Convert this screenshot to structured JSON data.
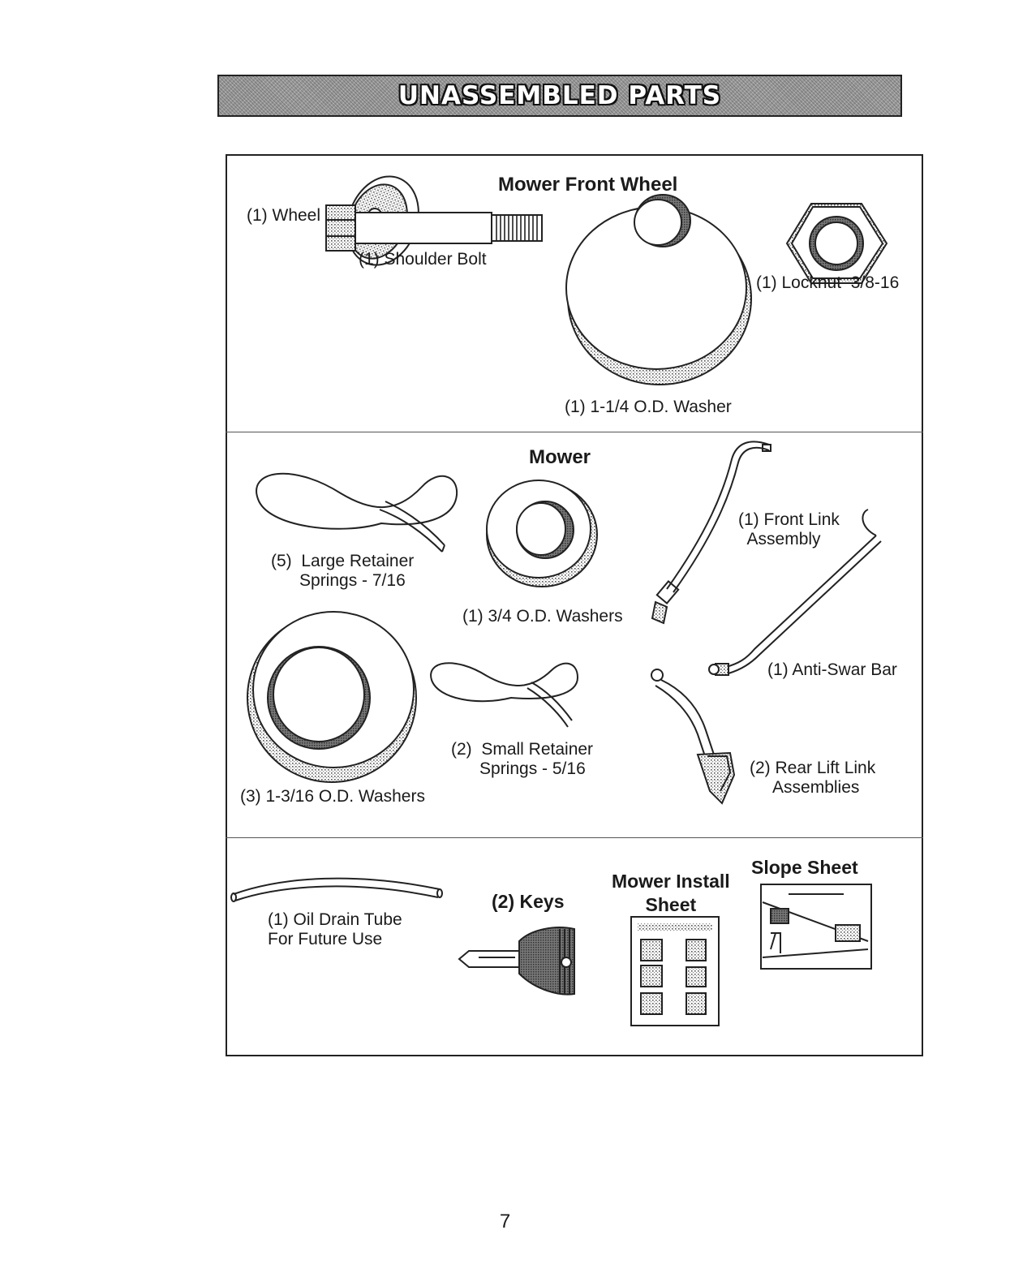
{
  "banner": {
    "title": "UNASSEMBLED PARTS"
  },
  "sections": {
    "front_wheel": {
      "heading": "Mower Front Wheel",
      "items": {
        "wheel": "(1) Wheel",
        "shoulder_bolt": "(1) Shoulder Bolt",
        "washer": "(1) 1-1/4 O.D. Washer",
        "locknut": "(1) Locknut  3/8-16"
      }
    },
    "mower": {
      "heading": "Mower",
      "items": {
        "large_springs": "(5)  Large Retainer\n      Springs - 7/16",
        "washers_34": "(1) 3/4 O.D. Washers",
        "front_link": "(1) Front Link\n  Assembly",
        "anti_swar": "(1) Anti-Swar Bar",
        "washers_1316": "(3) 1-3/16 O.D. Washers",
        "small_springs": "(2)  Small Retainer\n      Springs - 5/16",
        "rear_lift": "(2) Rear Lift Link\n     Assemblies"
      }
    },
    "misc": {
      "oil_tube": "(1) Oil Drain Tube\nFor Future Use",
      "keys": "(2) Keys",
      "install_sheet": "Mower Install\nSheet",
      "slope_sheet": "Slope Sheet"
    }
  },
  "page_number": "7"
}
